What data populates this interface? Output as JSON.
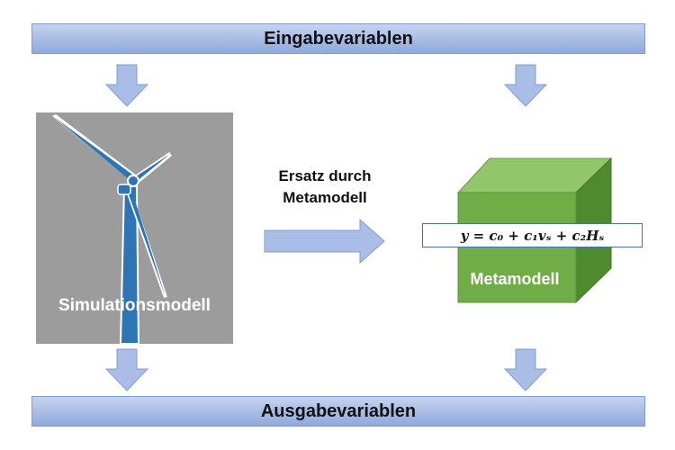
{
  "input_bar": {
    "label": "Eingabevariablen"
  },
  "output_bar": {
    "label": "Ausgabevariablen"
  },
  "simulation": {
    "label": "Simulationsmodell"
  },
  "replacement": {
    "line1": "Ersatz durch",
    "line2": "Metamodell"
  },
  "metamodel": {
    "label": "Metamodell",
    "formula": "y = c₀ + c₁vₛ + c₂Hₛ"
  },
  "colors": {
    "bar_fill": "#a9bde6",
    "arrow_fill": "#a9bde6",
    "sim_box": "#9c9c9c",
    "turbine_blue": "#2e75b6",
    "cube_front": "#70ad47",
    "cube_top": "#93c66b",
    "cube_side": "#4e8a2e"
  }
}
